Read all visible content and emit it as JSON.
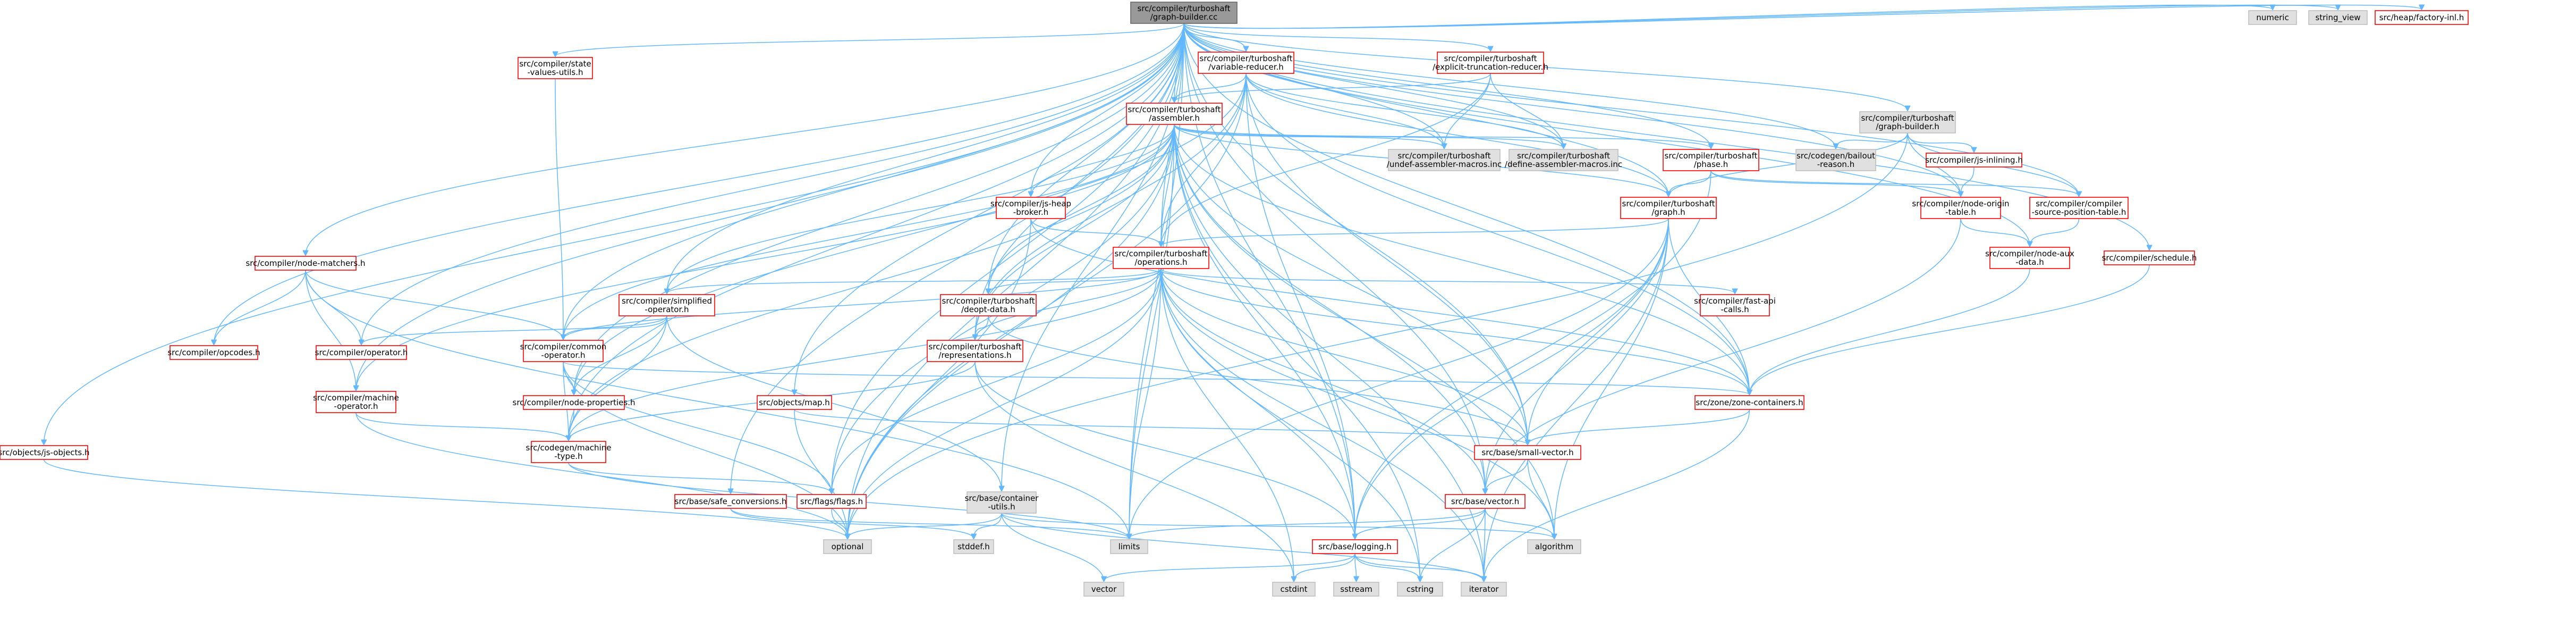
{
  "diagram": {
    "kind": "include-dependency-graph",
    "colors": {
      "root_fill": "#999999",
      "root_border": "#666666",
      "documented_border": "#ff0000",
      "undocumented_border": "#bfbfbf",
      "undocumented_fill": "#e0e0e0",
      "node_fill": "#ffffff",
      "edge": "#63b8ff",
      "text": "#000000"
    },
    "nodes": [
      {
        "id": "root",
        "lines": [
          "src/compiler/turboshaft",
          "/graph-builder.cc"
        ],
        "style": "root"
      },
      {
        "id": "variable_reducer",
        "lines": [
          "src/compiler/turboshaft",
          "/variable-reducer.h"
        ],
        "style": "red"
      },
      {
        "id": "explicit_trunc",
        "lines": [
          "src/compiler/turboshaft",
          "/explicit-truncation-reducer.h"
        ],
        "style": "red"
      },
      {
        "id": "state_values",
        "lines": [
          "src/compiler/state",
          "-values-utils.h"
        ],
        "style": "red"
      },
      {
        "id": "assembler",
        "lines": [
          "src/compiler/turboshaft",
          "/assembler.h"
        ],
        "style": "red"
      },
      {
        "id": "undef_macros",
        "lines": [
          "src/compiler/turboshaft",
          "/undef-assembler-macros.inc"
        ],
        "style": "gray"
      },
      {
        "id": "define_macros",
        "lines": [
          "src/compiler/turboshaft",
          "/define-assembler-macros.inc"
        ],
        "style": "gray"
      },
      {
        "id": "ts_graph_builder",
        "lines": [
          "src/compiler/turboshaft",
          "/graph-builder.h"
        ],
        "style": "gray"
      },
      {
        "id": "bailout_reason",
        "lines": [
          "src/codegen/bailout",
          "-reason.h"
        ],
        "style": "gray"
      },
      {
        "id": "js_inlining",
        "lines": [
          "src/compiler/js-inlining.h"
        ],
        "style": "red"
      },
      {
        "id": "phase",
        "lines": [
          "src/compiler/turboshaft",
          "/phase.h"
        ],
        "style": "red"
      },
      {
        "id": "js_heap_broker",
        "lines": [
          "src/compiler/js-heap",
          "-broker.h"
        ],
        "style": "red"
      },
      {
        "id": "ts_graph",
        "lines": [
          "src/compiler/turboshaft",
          "/graph.h"
        ],
        "style": "red"
      },
      {
        "id": "node_origin",
        "lines": [
          "src/compiler/node-origin",
          "-table.h"
        ],
        "style": "red"
      },
      {
        "id": "source_pos",
        "lines": [
          "src/compiler/compiler",
          "-source-position-table.h"
        ],
        "style": "red"
      },
      {
        "id": "node_aux",
        "lines": [
          "src/compiler/node-aux",
          "-data.h"
        ],
        "style": "red"
      },
      {
        "id": "schedule",
        "lines": [
          "src/compiler/schedule.h"
        ],
        "style": "red"
      },
      {
        "id": "operations",
        "lines": [
          "src/compiler/turboshaft",
          "/operations.h"
        ],
        "style": "red"
      },
      {
        "id": "node_matchers",
        "lines": [
          "src/compiler/node-matchers.h"
        ],
        "style": "red"
      },
      {
        "id": "simplified_op",
        "lines": [
          "src/compiler/simplified",
          "-operator.h"
        ],
        "style": "red"
      },
      {
        "id": "deopt_data",
        "lines": [
          "src/compiler/turboshaft",
          "/deopt-data.h"
        ],
        "style": "red"
      },
      {
        "id": "fast_api",
        "lines": [
          "src/compiler/fast-api",
          "-calls.h"
        ],
        "style": "red"
      },
      {
        "id": "opcodes",
        "lines": [
          "src/compiler/opcodes.h"
        ],
        "style": "red"
      },
      {
        "id": "operator",
        "lines": [
          "src/compiler/operator.h"
        ],
        "style": "red"
      },
      {
        "id": "common_op",
        "lines": [
          "src/compiler/common",
          "-operator.h"
        ],
        "style": "red"
      },
      {
        "id": "representations",
        "lines": [
          "src/compiler/turboshaft",
          "/representations.h"
        ],
        "style": "red"
      },
      {
        "id": "node_properties",
        "lines": [
          "src/compiler/node-properties.h"
        ],
        "style": "red"
      },
      {
        "id": "zone_containers",
        "lines": [
          "src/zone/zone-containers.h"
        ],
        "style": "red"
      },
      {
        "id": "machine_op",
        "lines": [
          "src/compiler/machine",
          "-operator.h"
        ],
        "style": "red"
      },
      {
        "id": "objects_map",
        "lines": [
          "src/objects/map.h"
        ],
        "style": "red"
      },
      {
        "id": "js_objects",
        "lines": [
          "src/objects/js-objects.h"
        ],
        "style": "red"
      },
      {
        "id": "machine_type",
        "lines": [
          "src/codegen/machine",
          "-type.h"
        ],
        "style": "red"
      },
      {
        "id": "small_vector",
        "lines": [
          "src/base/small-vector.h"
        ],
        "style": "red"
      },
      {
        "id": "safe_conversions",
        "lines": [
          "src/base/safe_conversions.h"
        ],
        "style": "red"
      },
      {
        "id": "flags",
        "lines": [
          "src/flags/flags.h"
        ],
        "style": "red"
      },
      {
        "id": "container_utils",
        "lines": [
          "src/base/container",
          "-utils.h"
        ],
        "style": "gray"
      },
      {
        "id": "base_vector",
        "lines": [
          "src/base/vector.h"
        ],
        "style": "red"
      },
      {
        "id": "base_logging",
        "lines": [
          "src/base/logging.h"
        ],
        "style": "red"
      },
      {
        "id": "optional",
        "lines": [
          "optional"
        ],
        "style": "gray"
      },
      {
        "id": "stddef",
        "lines": [
          "stddef.h"
        ],
        "style": "gray"
      },
      {
        "id": "limits",
        "lines": [
          "limits"
        ],
        "style": "gray"
      },
      {
        "id": "algorithm",
        "lines": [
          "algorithm"
        ],
        "style": "gray"
      },
      {
        "id": "vector",
        "lines": [
          "vector"
        ],
        "style": "gray"
      },
      {
        "id": "cstdint",
        "lines": [
          "cstdint"
        ],
        "style": "gray"
      },
      {
        "id": "sstream",
        "lines": [
          "sstream"
        ],
        "style": "gray"
      },
      {
        "id": "cstring",
        "lines": [
          "cstring"
        ],
        "style": "gray"
      },
      {
        "id": "iterator",
        "lines": [
          "iterator"
        ],
        "style": "gray"
      },
      {
        "id": "numeric",
        "lines": [
          "numeric"
        ],
        "style": "gray"
      },
      {
        "id": "string_view",
        "lines": [
          "string_view"
        ],
        "style": "gray"
      },
      {
        "id": "heap_factory",
        "lines": [
          "src/heap/factory-inl.h"
        ],
        "style": "red"
      }
    ],
    "edges": [
      [
        "root",
        "variable_reducer"
      ],
      [
        "root",
        "explicit_trunc"
      ],
      [
        "root",
        "state_values"
      ],
      [
        "root",
        "assembler"
      ],
      [
        "root",
        "undef_macros"
      ],
      [
        "root",
        "define_macros"
      ],
      [
        "root",
        "ts_graph_builder"
      ],
      [
        "root",
        "bailout_reason"
      ],
      [
        "root",
        "phase"
      ],
      [
        "root",
        "js_heap_broker"
      ],
      [
        "root",
        "ts_graph"
      ],
      [
        "root",
        "node_origin"
      ],
      [
        "root",
        "source_pos"
      ],
      [
        "root",
        "node_aux"
      ],
      [
        "root",
        "schedule"
      ],
      [
        "root",
        "operations"
      ],
      [
        "root",
        "node_matchers"
      ],
      [
        "root",
        "simplified_op"
      ],
      [
        "root",
        "deopt_data"
      ],
      [
        "root",
        "opcodes"
      ],
      [
        "root",
        "operator"
      ],
      [
        "root",
        "common_op"
      ],
      [
        "root",
        "representations"
      ],
      [
        "root",
        "node_properties"
      ],
      [
        "root",
        "zone_containers"
      ],
      [
        "root",
        "machine_op"
      ],
      [
        "root",
        "objects_map"
      ],
      [
        "root",
        "js_objects"
      ],
      [
        "root",
        "machine_type"
      ],
      [
        "root",
        "small_vector"
      ],
      [
        "root",
        "safe_conversions"
      ],
      [
        "root",
        "flags"
      ],
      [
        "root",
        "container_utils"
      ],
      [
        "root",
        "base_vector"
      ],
      [
        "root",
        "base_logging"
      ],
      [
        "root",
        "optional"
      ],
      [
        "root",
        "limits"
      ],
      [
        "root",
        "numeric"
      ],
      [
        "root",
        "string_view"
      ],
      [
        "root",
        "heap_factory"
      ],
      [
        "variable_reducer",
        "assembler"
      ],
      [
        "variable_reducer",
        "undef_macros"
      ],
      [
        "variable_reducer",
        "define_macros"
      ],
      [
        "variable_reducer",
        "ts_graph"
      ],
      [
        "variable_reducer",
        "representations"
      ],
      [
        "variable_reducer",
        "zone_containers"
      ],
      [
        "variable_reducer",
        "small_vector"
      ],
      [
        "variable_reducer",
        "base_logging"
      ],
      [
        "variable_reducer",
        "optional"
      ],
      [
        "variable_reducer",
        "operations"
      ],
      [
        "variable_reducer",
        "node_properties"
      ],
      [
        "explicit_trunc",
        "assembler"
      ],
      [
        "explicit_trunc",
        "undef_macros"
      ],
      [
        "explicit_trunc",
        "define_macros"
      ],
      [
        "explicit_trunc",
        "operations"
      ],
      [
        "state_values",
        "common_op"
      ],
      [
        "assembler",
        "undef_macros"
      ],
      [
        "assembler",
        "define_macros"
      ],
      [
        "assembler",
        "phase"
      ],
      [
        "assembler",
        "js_heap_broker"
      ],
      [
        "assembler",
        "ts_graph"
      ],
      [
        "assembler",
        "operations"
      ],
      [
        "assembler",
        "simplified_op"
      ],
      [
        "assembler",
        "common_op"
      ],
      [
        "assembler",
        "representations"
      ],
      [
        "assembler",
        "machine_type"
      ],
      [
        "assembler",
        "small_vector"
      ],
      [
        "assembler",
        "base_vector"
      ],
      [
        "assembler",
        "base_logging"
      ],
      [
        "assembler",
        "optional"
      ],
      [
        "assembler",
        "limits"
      ],
      [
        "assembler",
        "algorithm"
      ],
      [
        "assembler",
        "cstring"
      ],
      [
        "assembler",
        "iterator"
      ],
      [
        "assembler",
        "flags"
      ],
      [
        "assembler",
        "zone_containers"
      ],
      [
        "assembler",
        "deopt_data"
      ],
      [
        "assembler",
        "machine_op"
      ],
      [
        "ts_graph_builder",
        "bailout_reason"
      ],
      [
        "ts_graph_builder",
        "js_inlining"
      ],
      [
        "ts_graph_builder",
        "ts_graph"
      ],
      [
        "ts_graph_builder",
        "node_origin"
      ],
      [
        "ts_graph_builder",
        "source_pos"
      ],
      [
        "ts_graph_builder",
        "optional"
      ],
      [
        "js_inlining",
        "node_origin"
      ],
      [
        "phase",
        "ts_graph"
      ],
      [
        "phase",
        "node_origin"
      ],
      [
        "phase",
        "source_pos"
      ],
      [
        "phase",
        "base_logging"
      ],
      [
        "js_heap_broker",
        "operations"
      ],
      [
        "js_heap_broker",
        "optional"
      ],
      [
        "js_heap_broker",
        "zone_containers"
      ],
      [
        "ts_graph",
        "operations"
      ],
      [
        "ts_graph",
        "zone_containers"
      ],
      [
        "ts_graph",
        "small_vector"
      ],
      [
        "ts_graph",
        "base_vector"
      ],
      [
        "ts_graph",
        "limits"
      ],
      [
        "ts_graph",
        "algorithm"
      ],
      [
        "ts_graph",
        "iterator"
      ],
      [
        "ts_graph",
        "base_logging"
      ],
      [
        "node_origin",
        "node_aux"
      ],
      [
        "node_origin",
        "base_vector"
      ],
      [
        "source_pos",
        "node_aux"
      ],
      [
        "node_aux",
        "zone_containers"
      ],
      [
        "schedule",
        "zone_containers"
      ],
      [
        "operations",
        "simplified_op"
      ],
      [
        "operations",
        "deopt_data"
      ],
      [
        "operations",
        "fast_api"
      ],
      [
        "operations",
        "common_op"
      ],
      [
        "operations",
        "representations"
      ],
      [
        "operations",
        "zone_containers"
      ],
      [
        "operations",
        "small_vector"
      ],
      [
        "operations",
        "base_vector"
      ],
      [
        "operations",
        "base_logging"
      ],
      [
        "operations",
        "optional"
      ],
      [
        "operations",
        "limits"
      ],
      [
        "operations",
        "algorithm"
      ],
      [
        "operations",
        "cstdint"
      ],
      [
        "operations",
        "cstring"
      ],
      [
        "operations",
        "iterator"
      ],
      [
        "operations",
        "flags"
      ],
      [
        "operations",
        "machine_type"
      ],
      [
        "node_matchers",
        "opcodes"
      ],
      [
        "node_matchers",
        "operator"
      ],
      [
        "node_matchers",
        "common_op"
      ],
      [
        "node_matchers",
        "machine_op"
      ],
      [
        "node_matchers",
        "limits"
      ],
      [
        "simplified_op",
        "operator"
      ],
      [
        "simplified_op",
        "common_op"
      ],
      [
        "simplified_op",
        "node_properties"
      ],
      [
        "simplified_op",
        "machine_type"
      ],
      [
        "simplified_op",
        "container_utils"
      ],
      [
        "deopt_data",
        "representations"
      ],
      [
        "deopt_data",
        "small_vector"
      ],
      [
        "common_op",
        "node_properties"
      ],
      [
        "common_op",
        "machine_type"
      ],
      [
        "common_op",
        "zone_containers"
      ],
      [
        "common_op",
        "optional"
      ],
      [
        "common_op",
        "flags"
      ],
      [
        "representations",
        "machine_type"
      ],
      [
        "representations",
        "base_logging"
      ],
      [
        "representations",
        "cstdint"
      ],
      [
        "node_properties",
        "machine_type"
      ],
      [
        "zone_containers",
        "small_vector"
      ],
      [
        "zone_containers",
        "iterator"
      ],
      [
        "machine_op",
        "machine_type"
      ],
      [
        "machine_op",
        "optional"
      ],
      [
        "objects_map",
        "small_vector"
      ],
      [
        "objects_map",
        "optional"
      ],
      [
        "js_objects",
        "optional"
      ],
      [
        "machine_type",
        "flags"
      ],
      [
        "machine_type",
        "limits"
      ],
      [
        "small_vector",
        "base_vector"
      ],
      [
        "small_vector",
        "algorithm"
      ],
      [
        "safe_conversions",
        "limits"
      ],
      [
        "safe_conversions",
        "stddef"
      ],
      [
        "flags",
        "optional"
      ],
      [
        "container_utils",
        "optional"
      ],
      [
        "container_utils",
        "algorithm"
      ],
      [
        "container_utils",
        "iterator"
      ],
      [
        "container_utils",
        "vector"
      ],
      [
        "container_utils",
        "stddef"
      ],
      [
        "base_vector",
        "limits"
      ],
      [
        "base_vector",
        "algorithm"
      ],
      [
        "base_vector",
        "cstring"
      ],
      [
        "base_vector",
        "iterator"
      ],
      [
        "base_vector",
        "base_logging"
      ],
      [
        "base_logging",
        "cstdint"
      ],
      [
        "base_logging",
        "sstream"
      ],
      [
        "base_logging",
        "cstring"
      ],
      [
        "base_logging",
        "iterator"
      ],
      [
        "base_logging",
        "vector"
      ]
    ]
  }
}
